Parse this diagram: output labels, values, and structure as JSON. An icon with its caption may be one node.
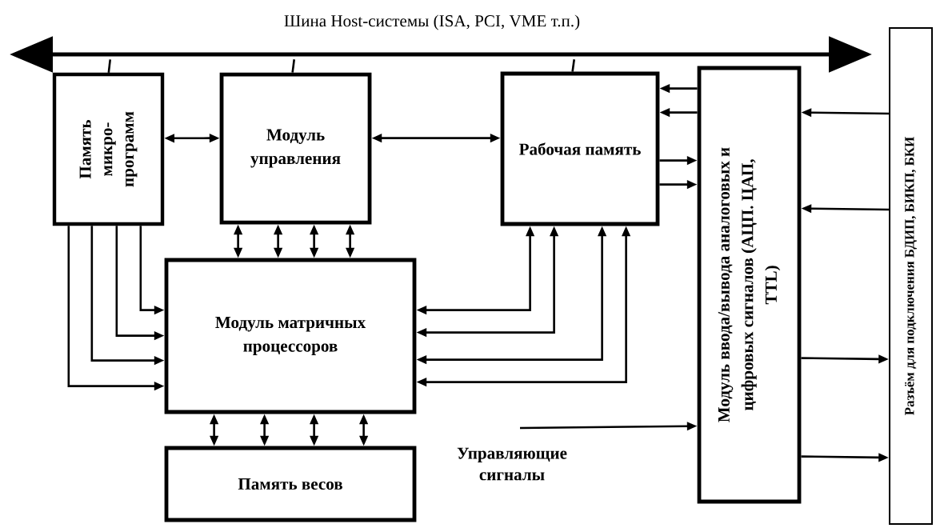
{
  "diagram": {
    "nodes": [
      {
        "text": [
          "Шина Host-системы (ISA, PCI, VME т.п.)"
        ]
      },
      {
        "text": [
          "Память микро- программ"
        ]
      },
      {
        "text": [
          "Модуль управления"
        ]
      },
      {
        "text": [
          "Рабочая память"
        ]
      },
      {
        "text": [
          "Модуль ввода/вывода аналоговых и цифровых сигналов (АЦП. ЦАП, TTL)"
        ]
      },
      {
        "text": [
          "Разъём для подключения БДИП, БИКП, БКИ"
        ]
      },
      {
        "text": [
          "Модуль матричных процессоров"
        ]
      },
      {
        "text": [
          "Память весов"
        ]
      }
    ],
    "edges": [
      {
        "from": 0,
        "to": 1,
        "arrow": "none"
      },
      {
        "from": 0,
        "to": 2,
        "arrow": "none"
      },
      {
        "from": 0,
        "to": 3,
        "arrow": "none"
      },
      {
        "from": 1,
        "to": 2,
        "arrow": "both"
      },
      {
        "from": 2,
        "to": 3,
        "arrow": "both"
      },
      {
        "from": 2,
        "to": 6,
        "arrow": "both"
      },
      {
        "from": 2,
        "to": 6,
        "arrow": "both"
      },
      {
        "from": 2,
        "to": 6,
        "arrow": "both"
      },
      {
        "from": 2,
        "to": 6,
        "arrow": "both"
      },
      {
        "from": 1,
        "to": 6,
        "arrow": "to"
      },
      {
        "from": 1,
        "to": 6,
        "arrow": "to"
      },
      {
        "from": 1,
        "to": 6,
        "arrow": "to"
      },
      {
        "from": 1,
        "to": 6,
        "arrow": "to"
      },
      {
        "from": 6,
        "to": 3,
        "arrow": "both"
      },
      {
        "from": 6,
        "to": 3,
        "arrow": "both"
      },
      {
        "from": 6,
        "to": 3,
        "arrow": "both"
      },
      {
        "from": 6,
        "to": 3,
        "arrow": "both"
      },
      {
        "from": 4,
        "to": 3,
        "arrow": "to"
      },
      {
        "from": 4,
        "to": 3,
        "arrow": "to"
      },
      {
        "from": 3,
        "to": 4,
        "arrow": "to"
      },
      {
        "from": 3,
        "to": 4,
        "arrow": "to"
      },
      {
        "from": 5,
        "to": 4,
        "arrow": "to"
      },
      {
        "from": 5,
        "to": 4,
        "arrow": "to"
      },
      {
        "from": 4,
        "to": 5,
        "arrow": "to"
      },
      {
        "from": 4,
        "to": 5,
        "arrow": "to"
      },
      {
        "from": 6,
        "to": 7,
        "arrow": "both"
      },
      {
        "from": 6,
        "to": 7,
        "arrow": "both"
      },
      {
        "from": 6,
        "to": 7,
        "arrow": "both"
      },
      {
        "from": 6,
        "to": 7,
        "arrow": "both"
      },
      {
        "from": null,
        "to": 4,
        "arrow": "to",
        "label": "Управляющие сигналы"
      }
    ]
  }
}
